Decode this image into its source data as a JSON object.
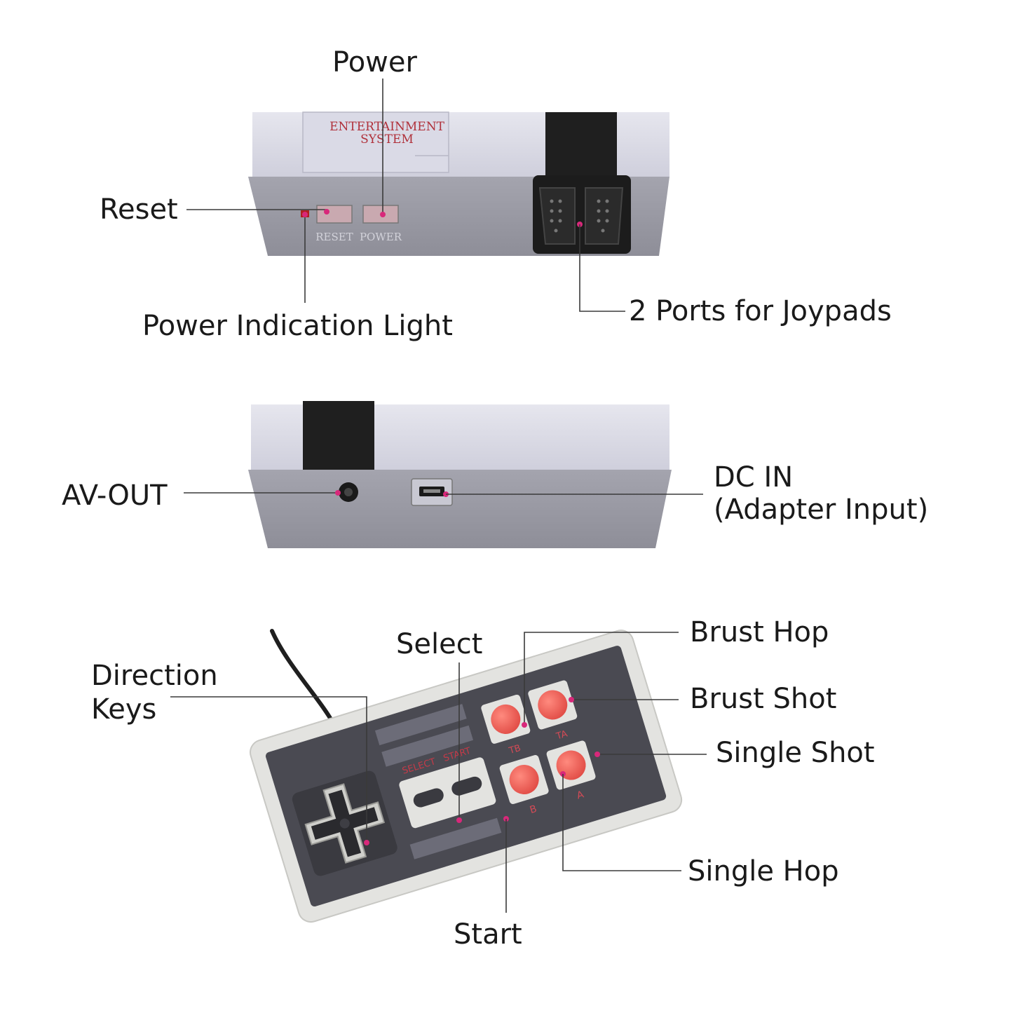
{
  "console_top": {
    "case_print": [
      "ENTERTAINMENT",
      "SYSTEM"
    ],
    "buttons": [
      "RESET",
      "POWER"
    ]
  },
  "controller_print": {
    "select": "SELECT",
    "start": "START",
    "tb": "TB",
    "ta": "TA",
    "b": "B",
    "a": "A"
  },
  "callouts": {
    "power": "Power",
    "reset": "Reset",
    "power_light": "Power Indication Light",
    "ports": "2 Ports for Joypads",
    "av_out": "AV-OUT",
    "dc_in": [
      "DC IN",
      "(Adapter Input)"
    ],
    "direction_keys": [
      "Direction",
      "Keys"
    ],
    "select": "Select",
    "start": "Start",
    "brust_hop": "Brust Hop",
    "brust_shot": "Brust Shot",
    "single_shot": "Single Shot",
    "single_hop": "Single Hop"
  },
  "colors": {
    "case_light": "#d9d9e6",
    "case_dark": "#9c9ca8",
    "port_black": "#1f1f1f",
    "print_red": "#b0303a",
    "button_red": "#f0605a",
    "controller_face": "#4a4a52",
    "controller_shell": "#e3e3e0",
    "callout_dot": "#d8287a"
  }
}
